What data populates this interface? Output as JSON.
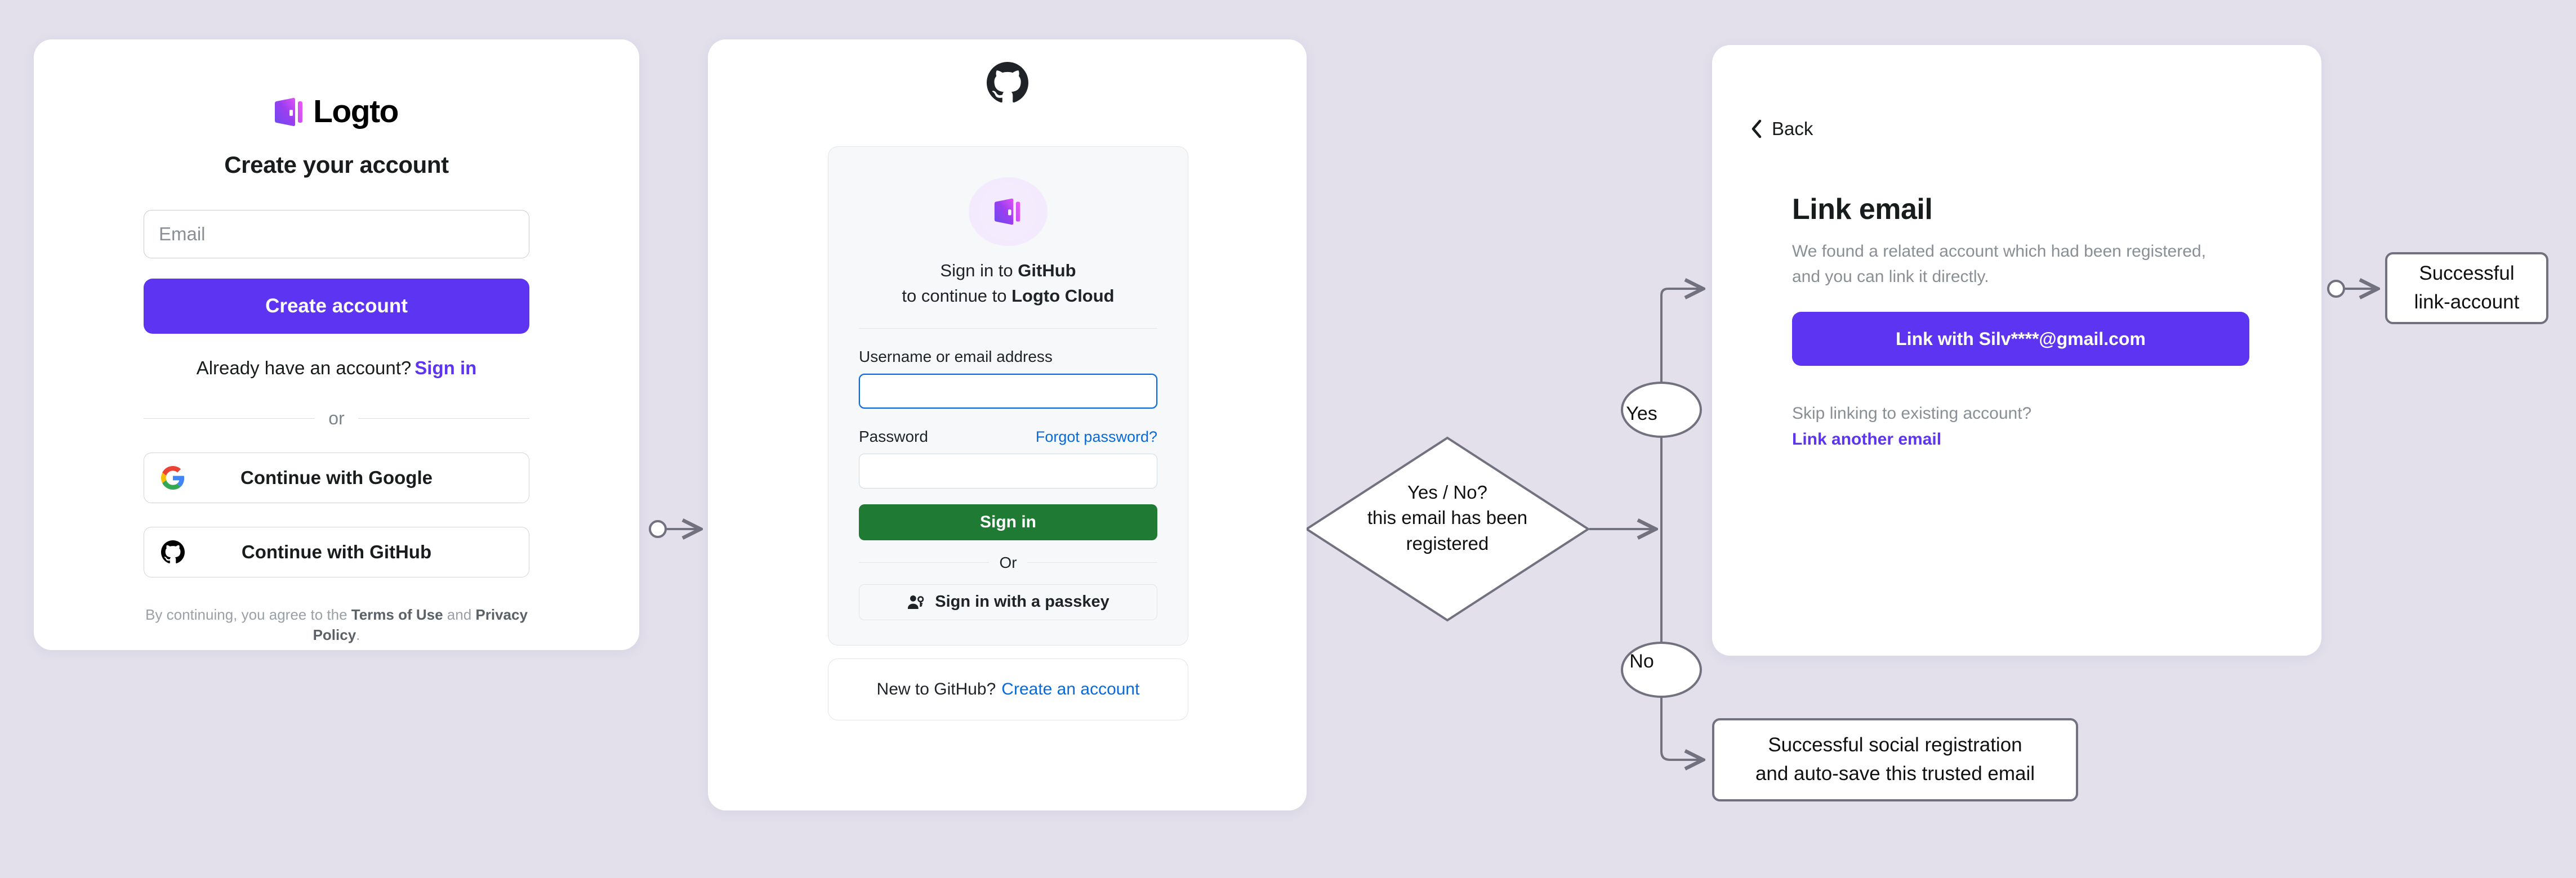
{
  "theme": {
    "background": "#E3E0EC",
    "brand_purple": "#5D34F2",
    "github_green": "#1F7B34",
    "github_blue": "#0969DA",
    "flow_stroke": "#71717F"
  },
  "signup_card": {
    "brand_name": "Logto",
    "title": "Create your account",
    "email_placeholder": "Email",
    "create_button": "Create account",
    "already_text": "Already have an account?",
    "sign_in_link": "Sign in",
    "divider": "or",
    "social_buttons": [
      {
        "icon": "google-icon",
        "label": "Continue with Google"
      },
      {
        "icon": "github-icon",
        "label": "Continue with GitHub"
      }
    ],
    "legal_prefix": "By continuing, you agree to the ",
    "legal_terms": "Terms of Use",
    "legal_and": " and ",
    "legal_privacy": "Privacy Policy",
    "legal_suffix": "."
  },
  "github_card": {
    "heading_line1_prefix": "Sign in to ",
    "heading_line1_bold": "GitHub",
    "heading_line2_prefix": "to continue to ",
    "heading_line2_bold": "Logto Cloud",
    "username_label": "Username or email address",
    "username_value": "",
    "password_label": "Password",
    "password_value": "",
    "forgot_password": "Forgot password?",
    "sign_in_button": "Sign in",
    "divider": "Or",
    "passkey_button": "Sign in with a passkey",
    "new_to_github": "New to GitHub?",
    "create_account_link": "Create an account"
  },
  "link_email_card": {
    "back_label": "Back",
    "title": "Link email",
    "description": "We found a related account which had been registered, and you can link it directly.",
    "link_button": "Link with Silv****@gmail.com",
    "skip_text": "Skip linking to existing account?",
    "link_another": "Link another email"
  },
  "flow": {
    "decision_line1": "Yes / No?",
    "decision_line2": "this email has been",
    "decision_line3": "registered",
    "yes_label": "Yes",
    "no_label": "No",
    "outcome_link_success_line1": "Successful",
    "outcome_link_success_line2": "link-account",
    "outcome_social_line1": "Successful social registration",
    "outcome_social_line2": "and auto-save this trusted email"
  }
}
